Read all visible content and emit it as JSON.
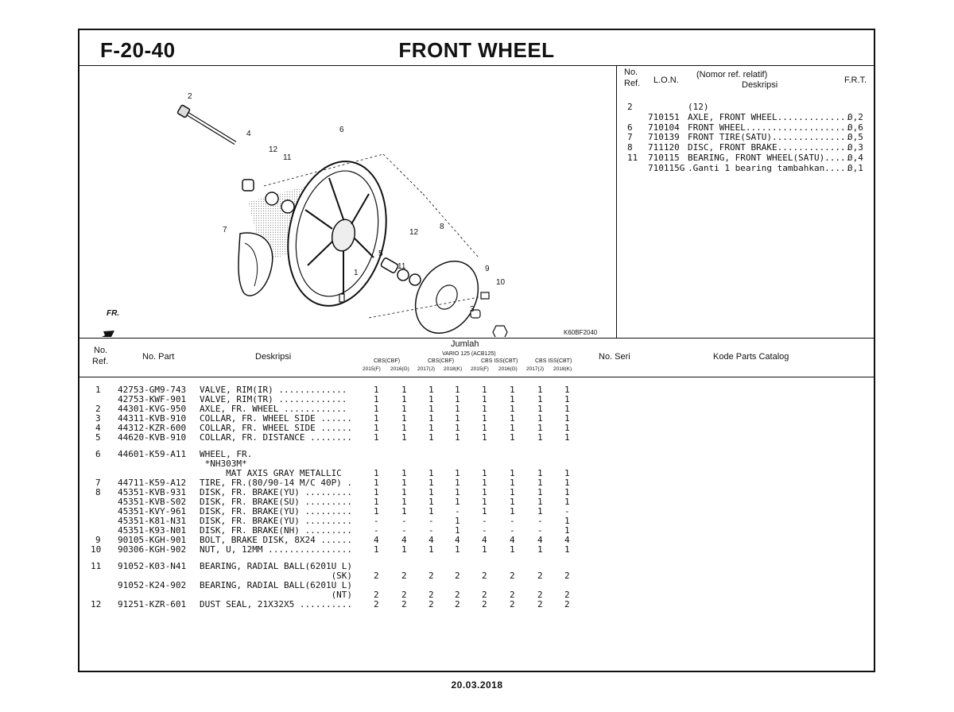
{
  "header": {
    "code": "F-20-40",
    "title": "FRONT WHEEL"
  },
  "frt_table": {
    "headers": {
      "no": "No.",
      "ref": "Ref.",
      "lon": "L.O.N.",
      "nomor": "(Nomor ref. relatif)",
      "desc": "Deskripsi",
      "frt": "F.R.T."
    },
    "rows": [
      {
        "ref": "2",
        "lon": "",
        "desc": "(12)",
        "val": ""
      },
      {
        "ref": "",
        "lon": "710151",
        "desc": "AXLE, FRONT WHEEL..............",
        "val": "0,2"
      },
      {
        "ref": "6",
        "lon": "710104",
        "desc": "FRONT WHEEL....................",
        "val": "0,6"
      },
      {
        "ref": "7",
        "lon": "710139",
        "desc": "FRONT TIRE(SATU)...............",
        "val": "0,5"
      },
      {
        "ref": "8",
        "lon": "711120",
        "desc": "DISC, FRONT BRAKE..............",
        "val": "0,3"
      },
      {
        "ref": "11",
        "lon": "710115",
        "desc": "BEARING, FRONT WHEEL(SATU).....",
        "val": "0,4"
      },
      {
        "ref": "",
        "lon": "710115G",
        "desc": ".Ganti 1 bearing tambahkan.....",
        "val": "0,1"
      }
    ]
  },
  "diagram": {
    "code": "K60BF2040",
    "fr_label": "FR.",
    "callouts": [
      "2",
      "6",
      "4",
      "12",
      "11",
      "7",
      "1",
      "5",
      "12",
      "11",
      "8",
      "9",
      "10",
      "3"
    ]
  },
  "parts_table": {
    "headers": {
      "no": "No.",
      "ref": "Ref.",
      "no_part": "No. Part",
      "desc": "Deskripsi",
      "jumlah": "Jumlah",
      "model": "VARIO 125 (ACB125)",
      "groups": [
        "CBS(CBF)",
        "CBS(CBF)",
        "CBS ISS(CBT)",
        "CBS ISS(CBT)"
      ],
      "years": [
        "2015(F)",
        "2016(G)",
        "2017(J)",
        "2018(K)",
        "2015(F)",
        "2016(G)",
        "2017(J)",
        "2018(K)"
      ],
      "no_seri": "No. Seri",
      "kode": "Kode Parts Catalog"
    },
    "rows": [
      {
        "ref": "1",
        "part": "42753-GM9-743",
        "desc": "VALVE, RIM(IR) .............",
        "q": [
          "1",
          "1",
          "1",
          "1",
          "1",
          "1",
          "1",
          "1"
        ]
      },
      {
        "ref": "",
        "part": "42753-KWF-901",
        "desc": "VALVE, RIM(TR) .............",
        "q": [
          "1",
          "1",
          "1",
          "1",
          "1",
          "1",
          "1",
          "1"
        ]
      },
      {
        "ref": "2",
        "part": "44301-KVG-950",
        "desc": "AXLE, FR. WHEEL ............",
        "q": [
          "1",
          "1",
          "1",
          "1",
          "1",
          "1",
          "1",
          "1"
        ]
      },
      {
        "ref": "3",
        "part": "44311-KVB-910",
        "desc": "COLLAR, FR. WHEEL SIDE ......",
        "q": [
          "1",
          "1",
          "1",
          "1",
          "1",
          "1",
          "1",
          "1"
        ]
      },
      {
        "ref": "4",
        "part": "44312-KZR-600",
        "desc": "COLLAR, FR. WHEEL SIDE ......",
        "q": [
          "1",
          "1",
          "1",
          "1",
          "1",
          "1",
          "1",
          "1"
        ]
      },
      {
        "ref": "5",
        "part": "44620-KVB-910",
        "desc": "COLLAR, FR. DISTANCE ........",
        "q": [
          "1",
          "1",
          "1",
          "1",
          "1",
          "1",
          "1",
          "1"
        ]
      },
      {
        "gap": true
      },
      {
        "ref": "6",
        "part": "44601-K59-A11",
        "desc": "WHEEL, FR.",
        "q": []
      },
      {
        "ref": "",
        "part": "",
        "desc": " *NH303M*",
        "q": []
      },
      {
        "ref": "",
        "part": "",
        "desc": "     MAT AXIS GRAY METALLIC",
        "q": [
          "1",
          "1",
          "1",
          "1",
          "1",
          "1",
          "1",
          "1"
        ]
      },
      {
        "ref": "7",
        "part": "44711-K59-A12",
        "desc": "TIRE, FR.(80/90-14 M/C 40P) .",
        "q": [
          "1",
          "1",
          "1",
          "1",
          "1",
          "1",
          "1",
          "1"
        ]
      },
      {
        "ref": "8",
        "part": "45351-KVB-931",
        "desc": "DISK, FR. BRAKE(YU) .........",
        "q": [
          "1",
          "1",
          "1",
          "1",
          "1",
          "1",
          "1",
          "1"
        ]
      },
      {
        "ref": "",
        "part": "45351-KVB-S02",
        "desc": "DISK, FR. BRAKE(SU) .........",
        "q": [
          "1",
          "1",
          "1",
          "1",
          "1",
          "1",
          "1",
          "1"
        ]
      },
      {
        "ref": "",
        "part": "45351-KVY-961",
        "desc": "DISK, FR. BRAKE(YU) .........",
        "q": [
          "1",
          "1",
          "1",
          "-",
          "1",
          "1",
          "1",
          "-"
        ]
      },
      {
        "ref": "",
        "part": "45351-K81-N31",
        "desc": "DISK, FR. BRAKE(YU) .........",
        "q": [
          "-",
          "-",
          "-",
          "1",
          "-",
          "-",
          "-",
          "1"
        ]
      },
      {
        "ref": "",
        "part": "45351-K93-N01",
        "desc": "DISK, FR. BRAKE(NH) .........",
        "q": [
          "-",
          "-",
          "-",
          "1",
          "-",
          "-",
          "-",
          "1"
        ]
      },
      {
        "ref": "9",
        "part": "90105-KGH-901",
        "desc": "BOLT, BRAKE DISK, 8X24 ......",
        "q": [
          "4",
          "4",
          "4",
          "4",
          "4",
          "4",
          "4",
          "4"
        ]
      },
      {
        "ref": "10",
        "part": "90306-KGH-902",
        "desc": "NUT, U, 12MM ................",
        "q": [
          "1",
          "1",
          "1",
          "1",
          "1",
          "1",
          "1",
          "1"
        ]
      },
      {
        "gap": true
      },
      {
        "ref": "11",
        "part": "91052-K03-N41",
        "desc": "BEARING, RADIAL BALL(6201U L)",
        "q": []
      },
      {
        "ref": "",
        "part": "",
        "desc": "                         (SK)",
        "q": [
          "2",
          "2",
          "2",
          "2",
          "2",
          "2",
          "2",
          "2"
        ]
      },
      {
        "ref": "",
        "part": "91052-K24-902",
        "desc": "BEARING, RADIAL BALL(6201U L)",
        "q": []
      },
      {
        "ref": "",
        "part": "",
        "desc": "                         (NT)",
        "q": [
          "2",
          "2",
          "2",
          "2",
          "2",
          "2",
          "2",
          "2"
        ]
      },
      {
        "ref": "12",
        "part": "91251-KZR-601",
        "desc": "DUST SEAL, 21X32X5 ..........",
        "q": [
          "2",
          "2",
          "2",
          "2",
          "2",
          "2",
          "2",
          "2"
        ]
      }
    ]
  },
  "footer": {
    "date": "20.03.2018"
  }
}
